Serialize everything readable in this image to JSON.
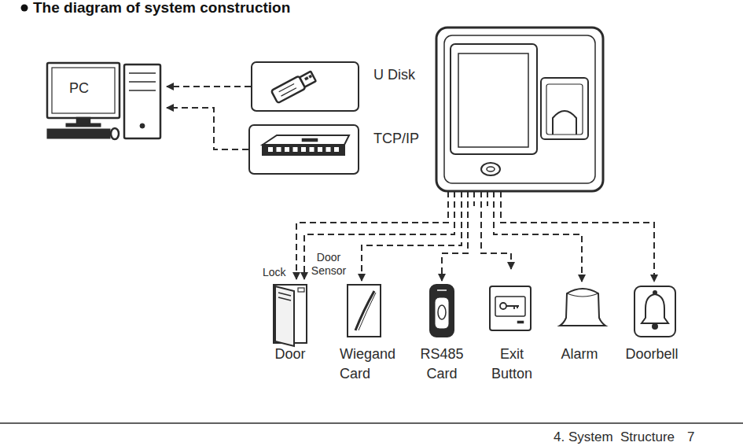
{
  "diagram": {
    "title": "The diagram of system construction",
    "nodes": [
      {
        "text": [
          "PC"
        ]
      },
      {
        "text": [
          "U Disk"
        ]
      },
      {
        "text": [
          "TCP/IP"
        ]
      },
      {
        "text": [
          "Door"
        ]
      },
      {
        "text": [
          "Wiegand Card"
        ]
      },
      {
        "text": [
          "RS485 Card"
        ]
      },
      {
        "text": [
          "Exit Button"
        ]
      },
      {
        "text": [
          "Alarm"
        ]
      },
      {
        "text": [
          "Doorbell"
        ]
      }
    ],
    "edges": [
      {
        "from": 1,
        "to": 0,
        "arrow": "to"
      },
      {
        "from": 2,
        "to": 0,
        "arrow": "to"
      }
    ],
    "labels": [
      "Lock",
      "Door Sensor",
      "4. System  Structure",
      "7"
    ]
  }
}
